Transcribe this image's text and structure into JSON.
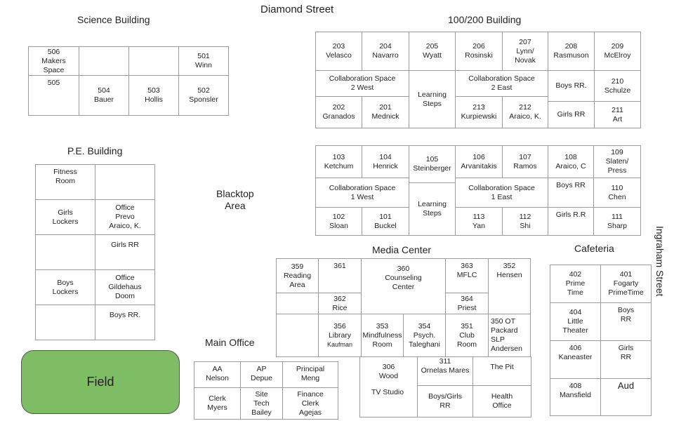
{
  "streets": {
    "diamond": "Diamond Street",
    "ingraham": "Ingraham Street"
  },
  "labels": {
    "science": "Science Building",
    "b100_200": "100/200 Building",
    "pe": "P.E. Building",
    "blacktop": "Blacktop\nArea",
    "media": "Media Center",
    "cafeteria": "Cafeteria",
    "main_office": "Main Office",
    "field": "Field"
  },
  "colors": {
    "field": "#7fbd64"
  },
  "science": {
    "r506": "506\nMakers\nSpace",
    "r501": "501\nWinn",
    "r505": "505",
    "r504": "504\nBauer",
    "r503": "503\nHollis",
    "r502": "502\nSponsler"
  },
  "b200": {
    "r203": "203\nVelasco",
    "r204": "204\nNavarro",
    "r205": "205\nWyatt",
    "r206": "206\nRosinski",
    "r207": "207\nLynn/\nNovak",
    "r208": "208\nRasmuson",
    "r209": "209\nMcElroy",
    "collab2w": "Collaboration Space\n2 West",
    "learning": "Learning\nSteps",
    "collab2e": "Collaboration Space\n2 East",
    "boysrr": "Boys RR.",
    "r210": "210\nSchulze",
    "r202": "202\nGranados",
    "r201": "201\nMednick",
    "r213": "213\nKurpiewski",
    "r212": "212\nAraico, K.",
    "girlsrr": "Girls RR",
    "r211": "211\nArt"
  },
  "b100": {
    "r103": "103\nKetchum",
    "r104": "104\nHenrick",
    "r105": "105\nSteinberger",
    "r106": "106\nArvanitakis",
    "r107": "107\nRamos",
    "r108": "108\nAraico, C",
    "r109": "109\nSlaten/\nPress",
    "collab1w": "Collaboration Space\n1 West",
    "learning": "Learning\nSteps",
    "collab1e": "Collaboration Space\n1 East",
    "boysrr": "Boys RR",
    "r110": "110\nChen",
    "r102": "102\nSloan",
    "r101": "101\nBuckel",
    "r113": "113\nYan",
    "r112": "112\nShi",
    "girlsrr": "Girls R.R",
    "r111": "111\nSharp"
  },
  "pe": {
    "fitness": "Fitness\nRoom",
    "girlslockers": "Girls\nLockers",
    "officeprevo": "Office\nPrevo\nAraico, K.",
    "girlsrr": "Girls RR",
    "boyslockers": "Boys\nLockers",
    "officegild": "Office\nGildehaus\nDoom",
    "boysrr": "Boys RR."
  },
  "media": {
    "r359": "359\nReading\nArea",
    "r361": "361",
    "r360": "360\nCounseling\nCenter",
    "r363": "363\nMFLC",
    "r352": "352\nHensen",
    "r362": "362\nRice",
    "r364": "364\nPriest",
    "r356": "356\nLibrary",
    "r356sub": "Kaufman",
    "r353": "353\nMindfulness\nRoom",
    "r354": "354\nPsych.\nTaleghani",
    "r351": "351\nClub\nRoom",
    "r350": "350 OT\nPackard\nSLP\nAndersen"
  },
  "office": {
    "aa": "AA\nNelson",
    "ap": "AP\nDepue",
    "principal": "Principal\nMeng",
    "clerk": "Clerk\nMyers",
    "sitetech": "Site\nTech\nBailey",
    "finance": "Finance\nClerk\nAgejas"
  },
  "south": {
    "r306": "306\nWood",
    "tvstudio": "TV Studio",
    "r311": "311\nOrnelas Mares",
    "thepit": "The Pit",
    "boysgirls": "Boys/Girls\nRR",
    "health": "Health\nOffice"
  },
  "cafe": {
    "r402": "402\nPrime\nTime",
    "r401": "401\nFogarty\nPrimeTime",
    "r404": "404\nLittle\nTheater",
    "boysrr": "Boys\nRR",
    "r406": "406\nKaneaster",
    "girlsrr": "Girls\nRR",
    "r408": "408\nMansfield",
    "aud": "Aud"
  }
}
